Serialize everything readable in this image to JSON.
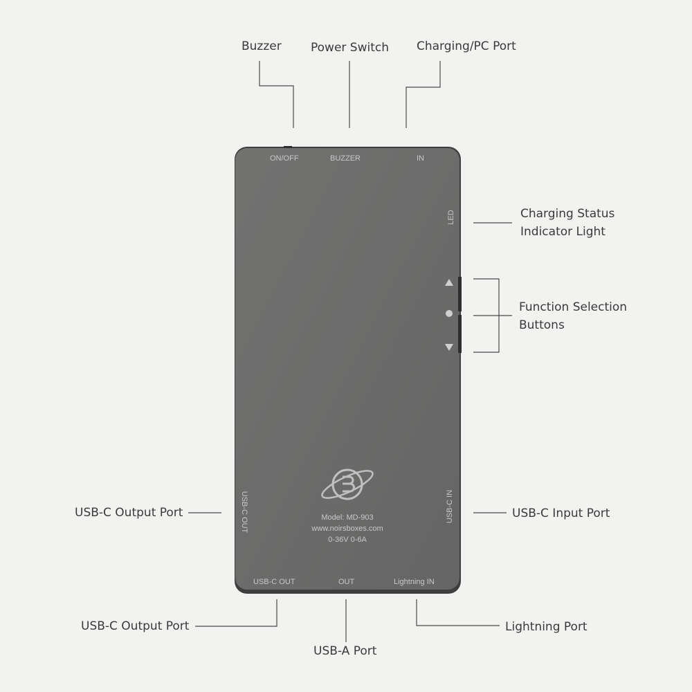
{
  "callouts": {
    "buzzer": "Buzzer",
    "power_switch": "Power Switch",
    "charging_pc_port": "Charging/PC Port",
    "charging_status_line1": "Charging Status",
    "charging_status_line2": "Indicator Light",
    "function_selection_line1": "Function Selection",
    "function_selection_line2": "Buttons",
    "usbc_output_left": "USB-C Output Port",
    "usbc_input_right": "USB-C Input Port",
    "usbc_output_bottom": "USB-C Output Port",
    "usba_port": "USB-A Port",
    "lightning_port": "Lightning Port"
  },
  "device_labels": {
    "on_off": "ON/OFF",
    "buzzer": "BUZZER",
    "in": "IN",
    "led": "LED",
    "usbc_in": "USB-C IN",
    "usbc_out_side": "USB-C OUT",
    "usbc_out_bottom": "USB-C OUT",
    "out": "OUT",
    "lightning_in": "Lightning IN"
  },
  "device_info": {
    "model": "Model:  MD-903",
    "website": "www.noirsboxes.com",
    "rating": "0-36V 0-6A"
  },
  "colors": {
    "background": "#f2f2f1",
    "device_body": "#6b6b6a",
    "device_rim": "#3e3e3e",
    "leader_line": "#4a4a4a",
    "text": "#3a3a3a",
    "device_text": "#c9c9c9"
  },
  "icons": {
    "up_button": "triangle-up-icon",
    "select_button": "circle-icon",
    "down_button": "triangle-down-icon",
    "logo": "planet-b-logo-icon"
  }
}
